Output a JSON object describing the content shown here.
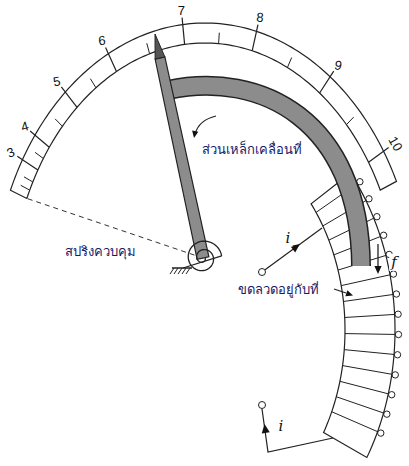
{
  "diagram": {
    "labels": [
      "3",
      "4",
      "5",
      "6",
      "7",
      "8",
      "9",
      "10",
      "ส่วนเหล็กเคลื่อนที่",
      "สปริงควบคุม",
      "ขดลวดอยู่กับที่",
      "i",
      "i",
      "f"
    ]
  }
}
